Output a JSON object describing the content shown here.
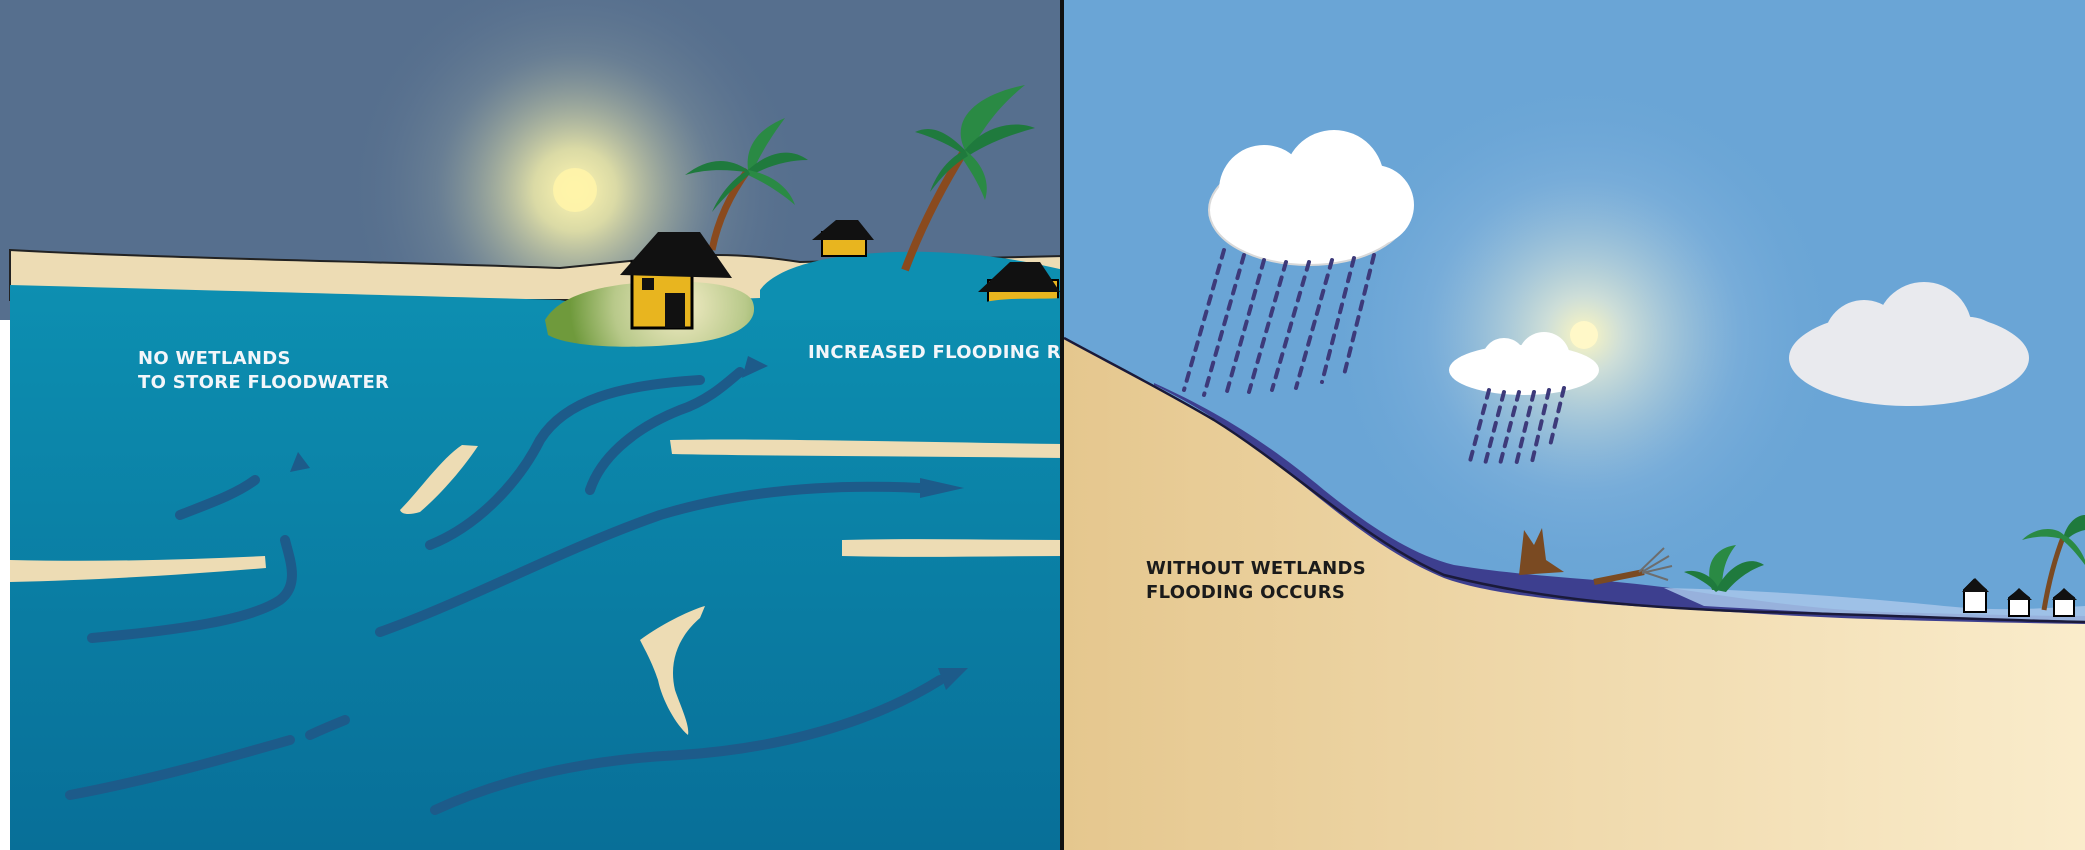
{
  "left_panel": {
    "label_line1": "NO WETLANDS",
    "label_line2": "TO STORE FLOODWATER",
    "label_flood": "INCREASED FLOODING RI"
  },
  "right_panel": {
    "label_line1": "WITHOUT WETLANDS",
    "label_line2": "FLOODING OCCURS"
  },
  "colors": {
    "water": "#0a7fa6",
    "sky_left": "#566f8e",
    "sky_right": "#6aa5d6",
    "sand": "#eddcb4",
    "flood_current": "#1d5b8a"
  }
}
